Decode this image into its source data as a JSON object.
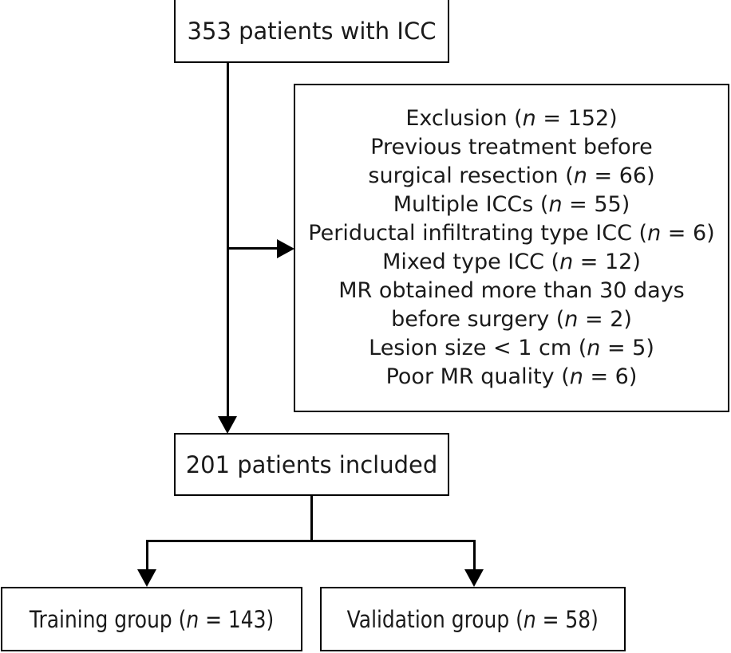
{
  "figure": {
    "type": "flowchart",
    "orientation": "top-down",
    "background_color": "#ffffff",
    "line_color": "#000000",
    "text_color": "#1a1a1a"
  },
  "nodes": {
    "total": {
      "text": "353 patients with ICC",
      "count": 353
    },
    "exclusion": {
      "lines": [
        {
          "prefix": "Exclusion (",
          "var": "n",
          "suffix": " = 152)",
          "count": 152
        },
        {
          "prefix": "Previous treatment before",
          "var": "",
          "suffix": "",
          "count": null
        },
        {
          "prefix": "surgical resection (",
          "var": "n",
          "suffix": " = 66)",
          "count": 66
        },
        {
          "prefix": "Multiple ICCs (",
          "var": "n",
          "suffix": " = 55)",
          "count": 55
        },
        {
          "prefix": "Periductal infiltrating type ICC (",
          "var": "n",
          "suffix": " = 6)",
          "count": 6
        },
        {
          "prefix": "Mixed type ICC (",
          "var": "n",
          "suffix": " = 12)",
          "count": 12
        },
        {
          "prefix": "MR obtained more than 30 days",
          "var": "",
          "suffix": "",
          "count": null
        },
        {
          "prefix": "before surgery (",
          "var": "n",
          "suffix": " = 2)",
          "count": 2
        },
        {
          "prefix": "Lesion size < 1 cm (",
          "var": "n",
          "suffix": " = 5)",
          "count": 5
        },
        {
          "prefix": "Poor MR quality (",
          "var": "n",
          "suffix": " = 6)",
          "count": 6
        }
      ]
    },
    "included": {
      "text": "201 patients included",
      "count": 201
    },
    "training": {
      "prefix": "Training group (",
      "var": "n",
      "suffix": " = 143)",
      "count": 143
    },
    "validation": {
      "prefix": "Validation group (",
      "var": "n",
      "suffix": " = 58)",
      "count": 58
    }
  },
  "edges": [
    {
      "from": "total",
      "to": "exclusion",
      "style": "elbow-right-arrow"
    },
    {
      "from": "total",
      "to": "included",
      "style": "straight-down-arrow"
    },
    {
      "from": "included",
      "to": "training",
      "style": "split-left-arrow"
    },
    {
      "from": "included",
      "to": "validation",
      "style": "split-right-arrow"
    }
  ]
}
